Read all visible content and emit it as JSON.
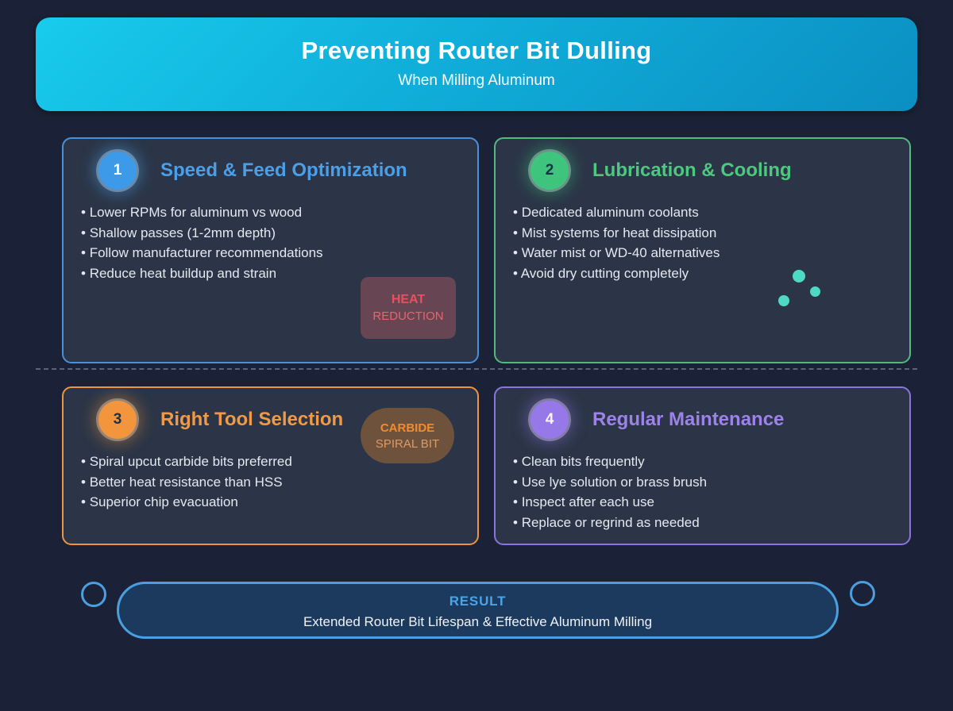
{
  "header": {
    "title": "Preventing Router Bit Dulling",
    "subtitle": "When Milling Aluminum"
  },
  "cards": [
    {
      "number": "1",
      "title": "Speed & Feed Optimization",
      "accent": "#4a9fe8",
      "border_color": "#4a90d9",
      "circle_color": "#3d9ae8",
      "bullets": [
        "Lower RPMs for aluminum vs wood",
        "Shallow passes (1-2mm depth)",
        "Follow manufacturer recommendations",
        "Reduce heat buildup and strain"
      ],
      "badge": {
        "line1": "HEAT",
        "line2": "REDUCTION",
        "bg": "#684553",
        "line1_color": "#e4525f",
        "line2_color": "#e8636e"
      }
    },
    {
      "number": "2",
      "title": "Lubrication & Cooling",
      "accent": "#4dc87f",
      "border_color": "#55b97f",
      "circle_color": "#3fc47d",
      "bullets": [
        "Dedicated aluminum coolants",
        "Mist systems for heat dissipation",
        "Water mist or WD-40 alternatives",
        "Avoid dry cutting completely"
      ],
      "dots_color": "#4ed9c4"
    },
    {
      "number": "3",
      "title": "Right Tool Selection",
      "accent": "#f09a45",
      "border_color": "#ef9440",
      "circle_color": "#f2953d",
      "bullets": [
        "Spiral upcut carbide bits preferred",
        "Better heat resistance than HSS",
        "Superior chip evacuation"
      ],
      "badge": {
        "line1": "CARBIDE",
        "line2": "SPIRAL BIT",
        "bg": "#6e523c",
        "line1_color": "#f08c2e",
        "line2_color": "#dd9b63"
      }
    },
    {
      "number": "4",
      "title": "Regular Maintenance",
      "accent": "#9d82e8",
      "border_color": "#8b74dd",
      "circle_color": "#9678e8",
      "bullets": [
        "Clean bits frequently",
        "Use lye solution or brass brush",
        "Inspect after each use",
        "Replace or regrind as needed"
      ]
    }
  ],
  "result": {
    "label": "RESULT",
    "text": "Extended Router Bit Lifespan & Effective Aluminum Milling"
  },
  "colors": {
    "page_bg": "#1b2237",
    "card_bg": "#2b3547",
    "header_gradient_start": "#18cbec",
    "header_gradient_end": "#0b8fc3",
    "divider": "#59637a",
    "result_bg": "#1c3a5e",
    "result_border": "#4a9fe0"
  }
}
